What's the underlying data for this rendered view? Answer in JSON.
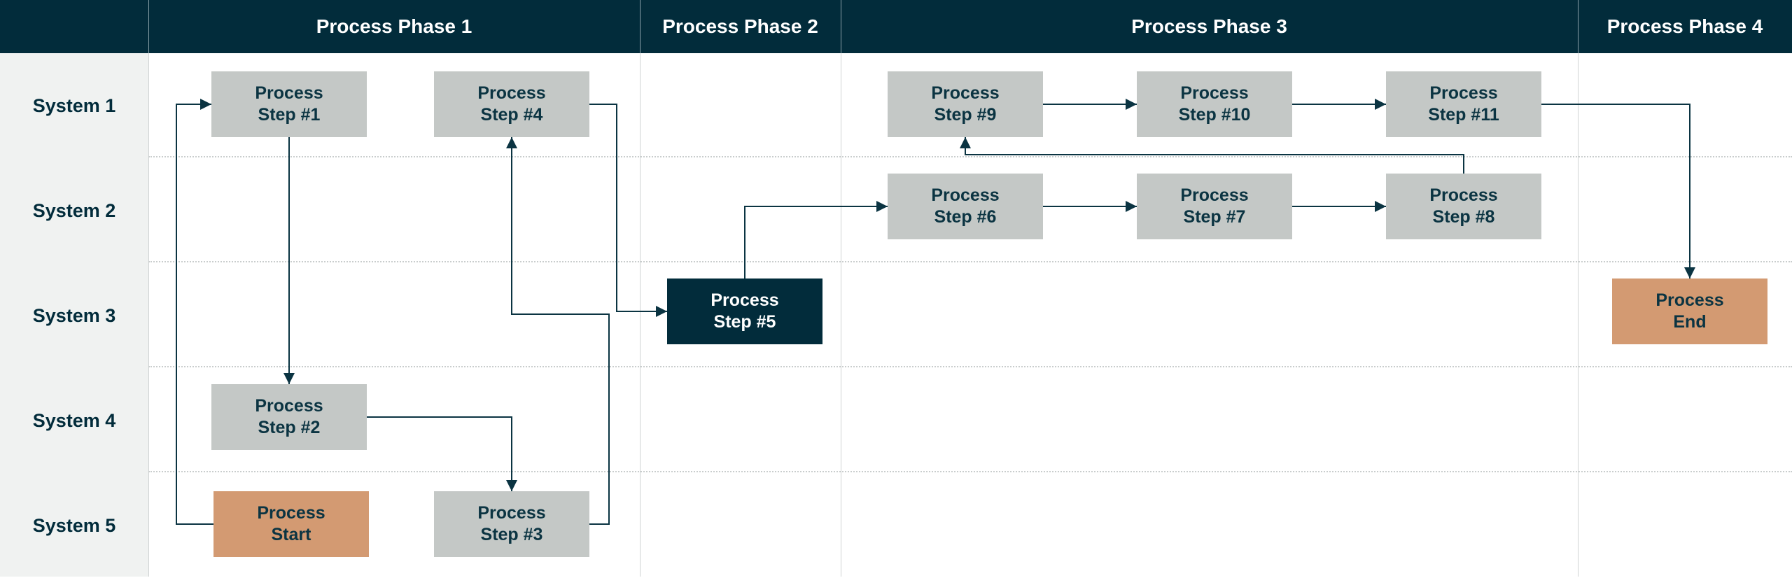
{
  "phases": [
    "Process Phase 1",
    "Process Phase 2",
    "Process Phase 3",
    "Process Phase 4"
  ],
  "systems": [
    "System 1",
    "System 2",
    "System 3",
    "System 4",
    "System 5"
  ],
  "nodes": {
    "start": {
      "line1": "Process",
      "line2": "Start"
    },
    "step1": {
      "line1": "Process",
      "line2": "Step #1"
    },
    "step2": {
      "line1": "Process",
      "line2": "Step #2"
    },
    "step3": {
      "line1": "Process",
      "line2": "Step #3"
    },
    "step4": {
      "line1": "Process",
      "line2": "Step #4"
    },
    "step5": {
      "line1": "Process",
      "line2": "Step #5"
    },
    "step6": {
      "line1": "Process",
      "line2": "Step #6"
    },
    "step7": {
      "line1": "Process",
      "line2": "Step #7"
    },
    "step8": {
      "line1": "Process",
      "line2": "Step #8"
    },
    "step9": {
      "line1": "Process",
      "line2": "Step #9"
    },
    "step10": {
      "line1": "Process",
      "line2": "Step #10"
    },
    "step11": {
      "line1": "Process",
      "line2": "Step #11"
    },
    "end": {
      "line1": "Process",
      "line2": "End"
    }
  },
  "connections": [
    [
      "start",
      "step1"
    ],
    [
      "step1",
      "step2"
    ],
    [
      "step2",
      "step3"
    ],
    [
      "step3",
      "step4"
    ],
    [
      "step4",
      "step5"
    ],
    [
      "step5",
      "step6"
    ],
    [
      "step6",
      "step7"
    ],
    [
      "step7",
      "step8"
    ],
    [
      "step8",
      "step9"
    ],
    [
      "step9",
      "step10"
    ],
    [
      "step10",
      "step11"
    ],
    [
      "step11",
      "end"
    ]
  ],
  "colors": {
    "header": "#022c3b",
    "step_box": "#c4c8c6",
    "terminal_box": "#d39a72",
    "highlight_box": "#022c3b",
    "connector": "#0b3442"
  }
}
